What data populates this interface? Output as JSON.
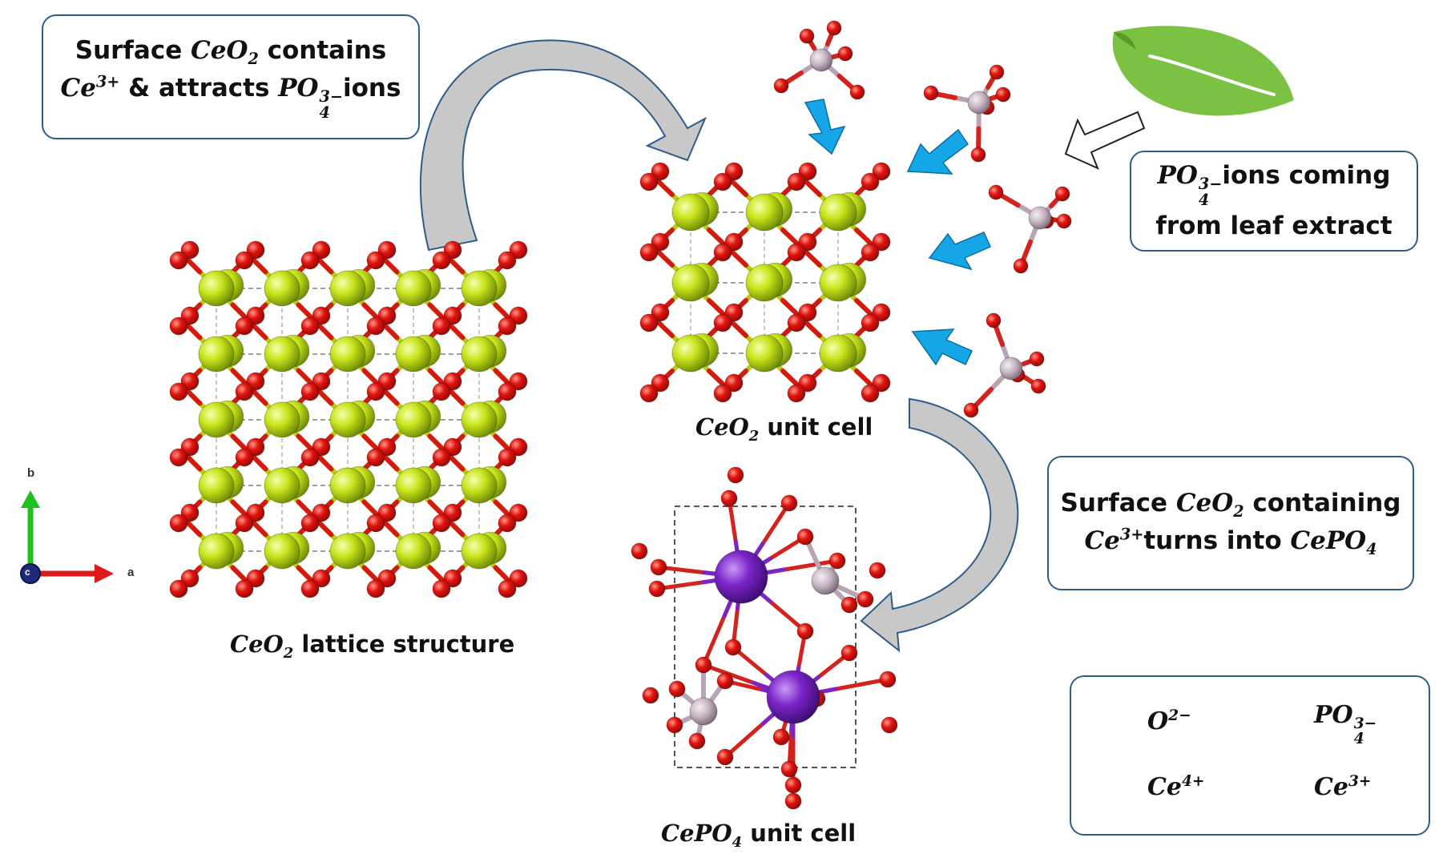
{
  "callouts": {
    "top_left": {
      "line1_pre": "Surface ",
      "line1_formula": "CeO",
      "line1_sub": "2",
      "line1_post": " contains",
      "line2_ion": "Ce",
      "line2_ion_sup": "3+",
      "line2_mid": " & attracts ",
      "line2_formula": "PO",
      "line2_formula_sup": "3−",
      "line2_formula_sub": "4",
      "line2_post": "ions"
    },
    "top_right": {
      "line1_formula": "PO",
      "line1_formula_sup": "3−",
      "line1_formula_sub": "4",
      "line1_post": "ions coming",
      "line2": "from leaf extract"
    },
    "mid_right": {
      "line1_pre": "Surface ",
      "line1_formula": "CeO",
      "line1_sub": "2",
      "line1_post": " containing",
      "line2_ion": "Ce",
      "line2_ion_sup": "3+",
      "line2_mid": "turns into ",
      "line2_formula": "CePO",
      "line2_formula_sub": "4"
    }
  },
  "captions": {
    "lattice": {
      "formula": "CeO",
      "sub": "2",
      "text": " lattice structure"
    },
    "unit_cell": {
      "formula": "CeO",
      "sub": "2",
      "text": " unit cell"
    },
    "cepo4": {
      "formula": "CePO",
      "sub": "4",
      "text": " unit cell"
    }
  },
  "axes": {
    "b": "b",
    "a": "a",
    "c": "c"
  },
  "legend": {
    "oxygen": {
      "base": "O",
      "sup": "2−"
    },
    "phosphate": {
      "base": "PO",
      "sup": "3−",
      "sub": "4"
    },
    "ce4": {
      "base": "Ce",
      "sup": "4+"
    },
    "ce3": {
      "base": "Ce",
      "sup": "3+"
    }
  },
  "colors": {
    "oxygen": "#e3130f",
    "ce4": "#c8e01a",
    "ce3": "#7b25c9",
    "phosphorus": "#c9b8c6",
    "arrow_blue": "#14a6e6",
    "leaf": "#7cc242",
    "box_border": "#2f5d8a",
    "curve_arrow": "#c8c8c8"
  },
  "icons": [
    "leaf-icon",
    "blue-arrow-icon",
    "curved-arrow-icon",
    "phosphate-molecule-icon",
    "axis-triad-icon"
  ]
}
